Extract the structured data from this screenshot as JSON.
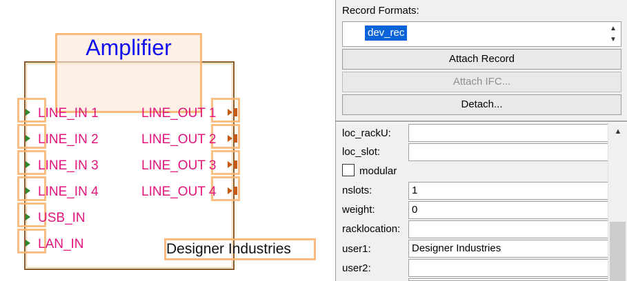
{
  "component": {
    "title": "Amplifier",
    "manufacturer": "Designer Industries",
    "input_pins": [
      "LINE_IN 1",
      "LINE_IN 2",
      "LINE_IN 3",
      "LINE_IN 4",
      "USB_IN",
      "LAN_IN"
    ],
    "output_pins": [
      "LINE_OUT 1",
      "LINE_OUT 2",
      "LINE_OUT 3",
      "LINE_OUT 4"
    ]
  },
  "record_formats": {
    "label": "Record Formats:",
    "items": [
      "dev_rec"
    ],
    "selected": "dev_rec"
  },
  "buttons": {
    "attach_record": "Attach Record",
    "attach_ifc": "Attach IFC...",
    "detach": "Detach..."
  },
  "properties": {
    "loc_rackU": {
      "label": "loc_rackU:",
      "value": ""
    },
    "loc_slot": {
      "label": "loc_slot:",
      "value": ""
    },
    "modular": {
      "label": "modular",
      "checked": false
    },
    "nslots": {
      "label": "nslots:",
      "value": "1"
    },
    "weight": {
      "label": "weight:",
      "value": "0"
    },
    "racklocation": {
      "label": "racklocation:",
      "value": ""
    },
    "user1": {
      "label": "user1:",
      "value": "Designer Industries"
    },
    "user2": {
      "label": "user2:",
      "value": ""
    }
  },
  "colors": {
    "title": "#1010ee",
    "pin_label": "#e0147a",
    "selection": "#0a63d8",
    "highlight": "#fab46e"
  },
  "icons": {
    "input_pin": "triangle-right-green",
    "output_pin": "triangle-right-orange",
    "spin_up": "chevron-up-icon",
    "spin_down": "chevron-down-icon",
    "scroll_up": "chevron-up-icon"
  }
}
